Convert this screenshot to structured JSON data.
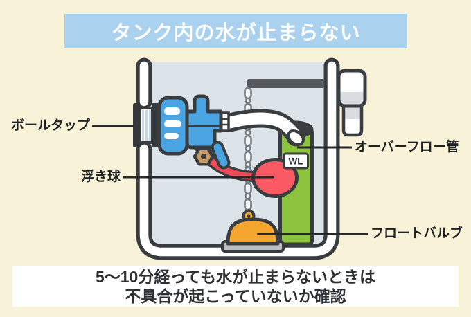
{
  "title": "タンク内の水が止まらない",
  "diagram": {
    "labels": {
      "ball_tap": "ボールタップ",
      "float_ball": "浮き球",
      "overflow_pipe": "オーバーフロー管",
      "float_valve": "フロートバルブ",
      "water_level": "WL"
    }
  },
  "footer": {
    "line1": "5〜10分経っても水が止まらないときは",
    "line2": "不具合が起こっていないか確認"
  },
  "colors": {
    "background": "#f8f2d8",
    "banner_blue": "#aad2ee",
    "banner_text": "#ffffff",
    "outline_dark": "#3a3d40",
    "tank_water": "#dce3e9",
    "tank_wall_white": "#ffffff",
    "overflow_pipe_green": "#8cc43f",
    "float_ball_red": "#fb5a64",
    "float_arm_red": "#ee4c58",
    "ball_tap_blue": "#4aa4e2",
    "hex_nut_tan": "#c79a66",
    "float_valve_orange": "#f5a62e",
    "valve_base_gray": "#b9bec3",
    "lever_bar_gray": "#55585c",
    "chain_gray": "#767e85",
    "label_text": "#1f2224",
    "footer_text": "#2e3134"
  }
}
